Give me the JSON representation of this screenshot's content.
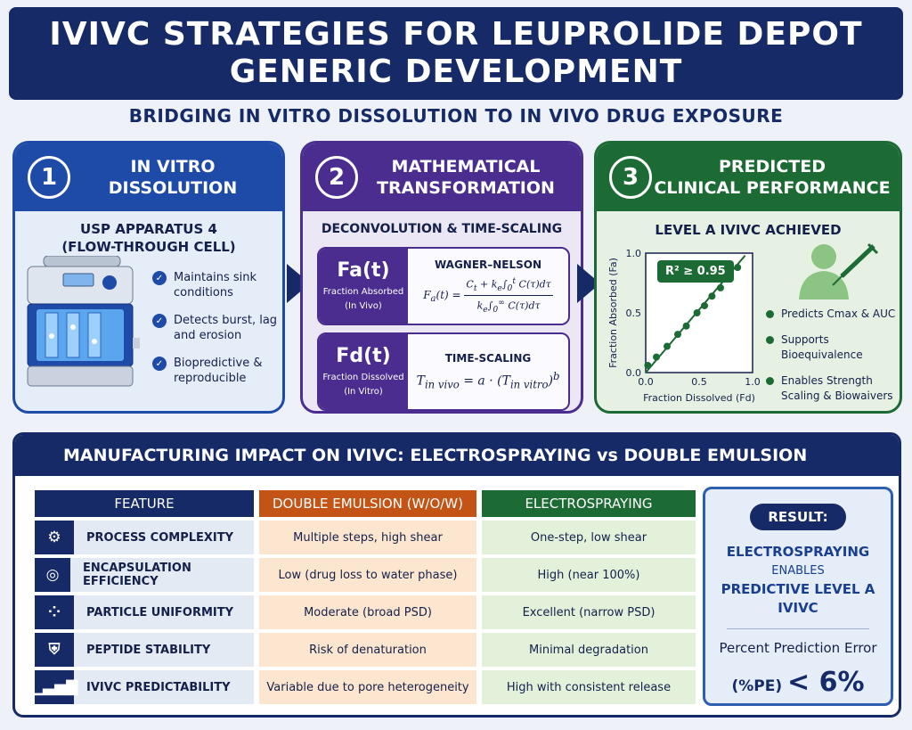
{
  "title": {
    "line1": "IVIVC STRATEGIES FOR LEUPROLIDE DEPOT",
    "line2": "GENERIC DEVELOPMENT"
  },
  "subtitle": "BRIDGING IN VITRO DISSOLUTION TO IN VIVO DRUG EXPOSURE",
  "step1": {
    "number": "1",
    "title_l1": "IN VITRO",
    "title_l2": "DISSOLUTION",
    "apparatus_l1": "USP APPARATUS 4",
    "apparatus_l2": "(FLOW-THROUGH CELL)",
    "bullets": [
      "Maintains sink conditions",
      "Detects burst, lag and erosion",
      "Biopredictive & reproducible"
    ]
  },
  "step2": {
    "number": "2",
    "title_l1": "MATHEMATICAL",
    "title_l2": "TRANSFORMATION",
    "heading": "DECONVOLUTION & TIME-SCALING",
    "box1": {
      "symbol": "Fa(t)",
      "desc_l1": "Fraction Absorbed",
      "desc_l2": "(In Vivo)",
      "method": "WAGNER–NELSON"
    },
    "box2": {
      "symbol": "Fd(t)",
      "desc_l1": "Fraction Dissolved",
      "desc_l2": "(In Vitro)",
      "method": "TIME-SCALING"
    }
  },
  "step3": {
    "number": "3",
    "title_l1": "PREDICTED",
    "title_l2": "CLINICAL PERFORMANCE",
    "heading": "LEVEL A IVIVC ACHIEVED",
    "r2_label": "R² ≥ 0.95",
    "bullets": [
      "Predicts Cmax & AUC",
      "Supports Bioequivalence",
      "Enables Strength Scaling & Biowaivers"
    ]
  },
  "chart_data": {
    "type": "scatter",
    "xlabel": "Fraction Dissolved (Fd)",
    "ylabel": "Fraction Absorbed (Fa)",
    "xlim": [
      0,
      1.0
    ],
    "ylim": [
      0,
      1.0
    ],
    "x_ticks": [
      "0.0",
      "0.5",
      "1.0"
    ],
    "y_ticks": [
      "0.0",
      "0.5",
      "1.0"
    ],
    "points": [
      [
        0.02,
        0.06
      ],
      [
        0.1,
        0.13
      ],
      [
        0.2,
        0.22
      ],
      [
        0.3,
        0.32
      ],
      [
        0.38,
        0.39
      ],
      [
        0.48,
        0.5
      ],
      [
        0.55,
        0.56
      ],
      [
        0.62,
        0.64
      ],
      [
        0.7,
        0.71
      ],
      [
        0.78,
        0.8
      ],
      [
        0.86,
        0.88
      ]
    ],
    "fit_line": [
      [
        0,
        0
      ],
      [
        0.93,
        0.98
      ]
    ],
    "colors": {
      "points": "#1d6b34",
      "line": "#1d6b34"
    }
  },
  "manufacturing": {
    "title": "MANUFACTURING IMPACT ON IVIVC:  ELECTROSPRAYING vs DOUBLE EMULSION",
    "headers": {
      "feature": "FEATURE",
      "double": "DOUBLE EMULSION (W/O/W)",
      "electro": "ELECTROSPRAYING"
    },
    "rows": [
      {
        "icon": "gear-icon",
        "feature": "PROCESS COMPLEXITY",
        "double": "Multiple steps, high shear",
        "electro": "One-step, low shear"
      },
      {
        "icon": "target-icon",
        "feature": "ENCAPSULATION EFFICIENCY",
        "double": "Low (drug loss to water phase)",
        "electro": "High (near 100%)"
      },
      {
        "icon": "particles-icon",
        "feature": "PARTICLE UNIFORMITY",
        "double": "Moderate (broad PSD)",
        "electro": "Excellent (narrow PSD)"
      },
      {
        "icon": "shield-icon",
        "feature": "PEPTIDE STABILITY",
        "double": "Risk of denaturation",
        "electro": "Minimal degradation"
      },
      {
        "icon": "bar-chart-icon",
        "feature": "IVIVC PREDICTABILITY",
        "double": "Variable due to pore heterogeneity",
        "electro": "High with consistent release"
      }
    ]
  },
  "result": {
    "label": "RESULT:",
    "line1": "ELECTROSPRAYING",
    "line2": "ENABLES",
    "line3": "PREDICTIVE LEVEL A IVIVC",
    "pe_label": "Percent Prediction Error",
    "pe_symbol": "(%PE)",
    "pe_value": "< 6%"
  }
}
